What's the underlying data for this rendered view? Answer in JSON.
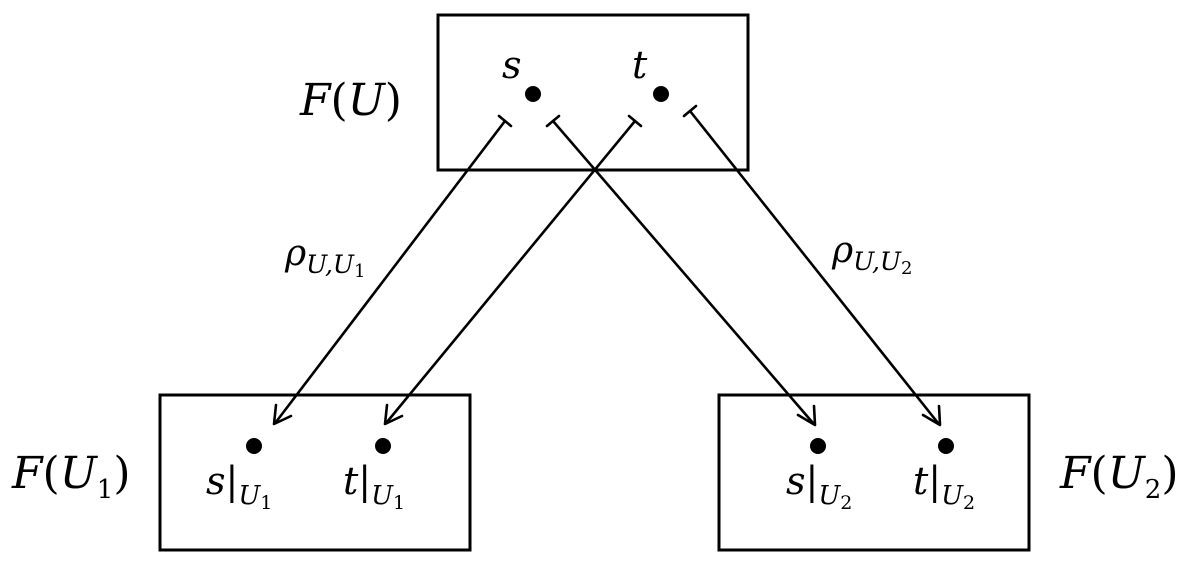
{
  "nodes": {
    "top": {
      "label": {
        "f": "F",
        "open": "(",
        "set": "U",
        "close": ")"
      },
      "elements": [
        {
          "name": "s"
        },
        {
          "name": "t"
        }
      ]
    },
    "left": {
      "label": {
        "f": "F",
        "open": "(",
        "set": "U",
        "index": "1",
        "close": ")"
      },
      "elements": [
        {
          "name": "s",
          "bar": "|",
          "sub": "U",
          "subindex": "1"
        },
        {
          "name": "t",
          "bar": "|",
          "sub": "U",
          "subindex": "1"
        }
      ]
    },
    "right": {
      "label": {
        "f": "F",
        "open": "(",
        "set": "U",
        "index": "2",
        "close": ")"
      },
      "elements": [
        {
          "name": "s",
          "bar": "|",
          "sub": "U",
          "subindex": "2"
        },
        {
          "name": "t",
          "bar": "|",
          "sub": "U",
          "subindex": "2"
        }
      ]
    }
  },
  "maps": {
    "left": {
      "symbol": "ρ",
      "sub": "U,U",
      "subindex": "1"
    },
    "right": {
      "symbol": "ρ",
      "sub": "U,U",
      "subindex": "2"
    }
  }
}
